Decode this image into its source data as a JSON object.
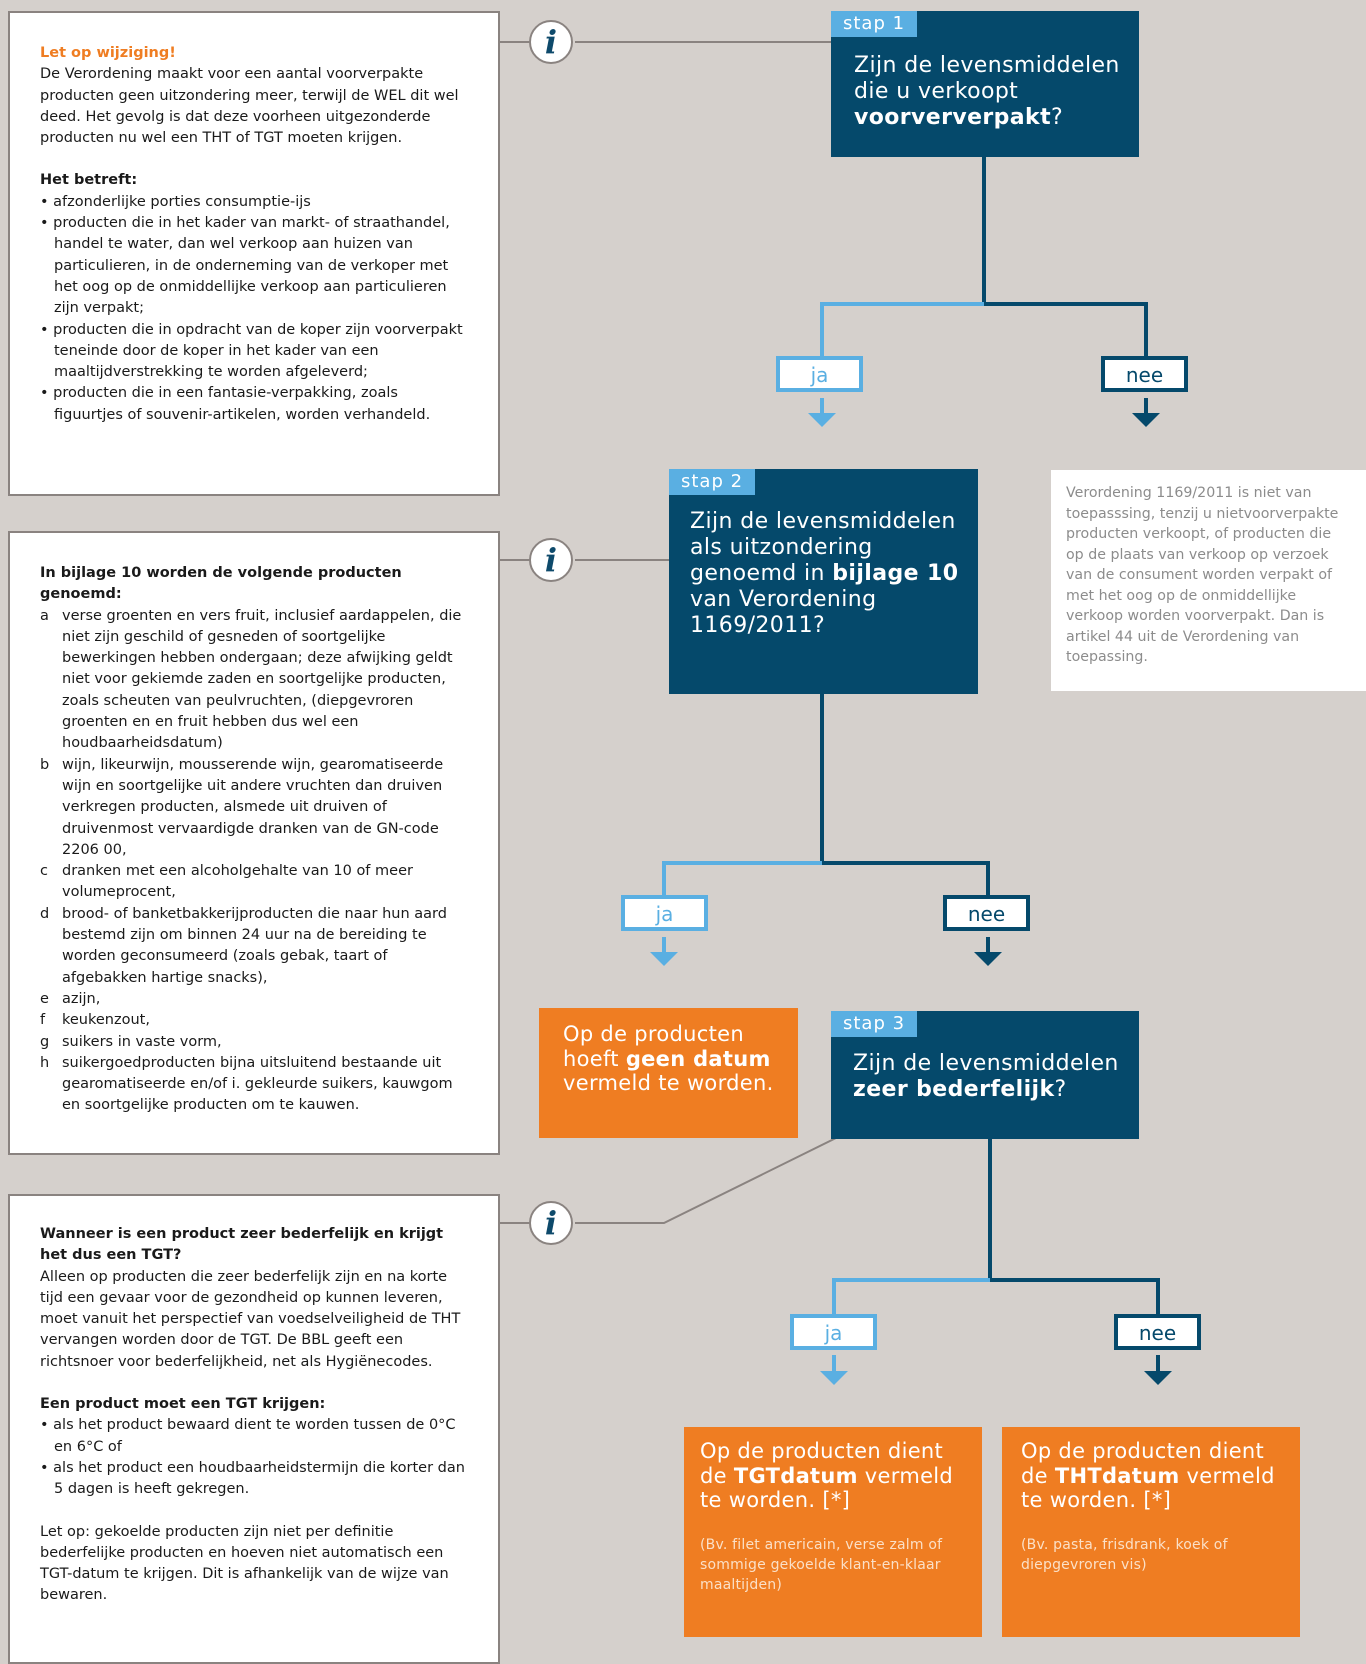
{
  "info_boxes": {
    "box1": {
      "title": "Let op wijziging!",
      "intro": "De Verordening maakt voor een aantal voorverpakte producten geen uitzondering meer, terwijl de WEL dit wel deed. Het gevolg is dat deze voorheen uitgezonderde producten nu wel een THT of TGT moeten krijgen.",
      "subtitle": "Het betreft:",
      "items": [
        "afzonderlijke porties consumptie-ijs",
        "producten die in het kader van markt- of straathandel, handel te water, dan wel verkoop aan huizen van particulieren, in de onderneming van de verkoper met het oog op de onmiddellijke verkoop aan particulieren zijn verpakt;",
        "producten die in opdracht van de koper zijn voorverpakt  teneinde door de koper in het kader van een maaltijdverstrekking te worden afgeleverd;",
        "producten die in een fantasie-verpakking, zoals figuurtjes of souvenir-artikelen, worden verhandeld."
      ]
    },
    "box2": {
      "title": "In bijlage 10 worden de volgende producten genoemd:",
      "items": [
        {
          "letter": "a",
          "text": "verse groenten en vers fruit, inclusief aardappelen, die niet zijn geschild of gesneden of soortgelijke bewerkingen hebben ondergaan; deze afwijking geldt niet voor gekiemde zaden en soortgelijke producten, zoals scheuten van peulvruchten, (diepgevroren groenten en en fruit hebben dus wel een houdbaarheidsdatum)"
        },
        {
          "letter": "b",
          "text": "wijn, likeurwijn, mousserende wijn, gearomatiseerde wijn en soortgelijke uit andere vruchten dan druiven verkregen producten, alsmede uit druiven of druivenmost vervaardigde dranken van de GN-code 2206 00,"
        },
        {
          "letter": "c",
          "text": "dranken met een alcoholgehalte van 10 of meer volumeprocent,"
        },
        {
          "letter": "d",
          "text": "brood- of banketbakkerijproducten die naar hun aard bestemd zijn om binnen 24 uur na de bereiding te worden geconsumeerd (zoals gebak, taart of afgebakken hartige snacks),"
        },
        {
          "letter": "e",
          "text": "azijn,"
        },
        {
          "letter": "f",
          "text": "keukenzout,"
        },
        {
          "letter": "g",
          "text": "suikers in vaste vorm,"
        },
        {
          "letter": "h",
          "text": "suikergoedproducten bijna uitsluitend bestaande uit gearomatiseerde en/of i. gekleurde suikers, kauwgom en soortgelijke producten om te kauwen."
        }
      ]
    },
    "box3": {
      "title": "Wanneer is een product zeer bederfelijk en krijgt het dus een TGT?",
      "p1": "Alleen op producten die zeer bederfelijk zijn en na korte tijd een gevaar voor de gezondheid op kunnen leveren, moet vanuit het perspectief van voedselveiligheid de THT vervangen worden door de TGT. De BBL geeft een richtsnoer voor bederfelijkheid, net als Hygiënecodes.",
      "subtitle": "Een product moet een TGT krijgen:",
      "items": [
        "als het product bewaard dient te worden tussen de 0°C en 6°C of",
        "als het product een houdbaarheidstermijn die korter dan 5 dagen is heeft gekregen."
      ],
      "p2": "Let op: gekoelde producten zijn niet per definitie bederfelijke producten en hoeven niet automatisch een TGT-datum te krijgen. Dit is afhankelijk van de wijze van bewaren."
    }
  },
  "info_icon_glyph": "i",
  "steps": {
    "step1": {
      "tag": "stap 1",
      "q_pre": "Zijn de levensmiddelen die u verkoopt ",
      "q_bold": "voorververpakt",
      "q_post": "?"
    },
    "step2": {
      "tag": "stap 2",
      "q_pre": "Zijn de levensmiddelen als uitzondering genoemd in ",
      "q_bold": "bijlage 10",
      "q_post": " van Verordening 1169/2011?"
    },
    "step3": {
      "tag": "stap 3",
      "q_pre": "Zijn de levensmiddelen ",
      "q_bold": "zeer bederfelijk",
      "q_post": "?"
    }
  },
  "answers": {
    "yes": "ja",
    "no": "nee"
  },
  "note": "Verordening 1169/2011 is niet van toepasssing, tenzij u nietvoorverpakte producten verkoopt, of producten die op de plaats van verkoop op verzoek van de consument worden verpakt of met het oog op de onmiddellijke verkoop worden voorverpakt. Dan is artikel 44 uit de Verordening van toepassing.",
  "outcomes": {
    "no_date": {
      "pre": "Op de producten hoeft ",
      "bold": "geen datum",
      "post": " vermeld te worden."
    },
    "tgt": {
      "pre": "Op de producten dient de ",
      "bold": "TGTdatum",
      "post": " vermeld te worden. [*]",
      "example": "(Bv. filet americain, verse zalm of sommige gekoelde  klant-en-klaar maaltijden)"
    },
    "tht": {
      "pre": "Op de producten dient de ",
      "bold": "THTdatum",
      "post": " vermeld te worden. [*]",
      "example": "(Bv. pasta, frisdrank, koek of diepgevroren vis)"
    }
  },
  "colors": {
    "background": "#d5d0cc",
    "dark_blue": "#05496b",
    "light_blue": "#5aafe2",
    "orange": "#ef7d22",
    "grey_line": "#8a8380"
  }
}
